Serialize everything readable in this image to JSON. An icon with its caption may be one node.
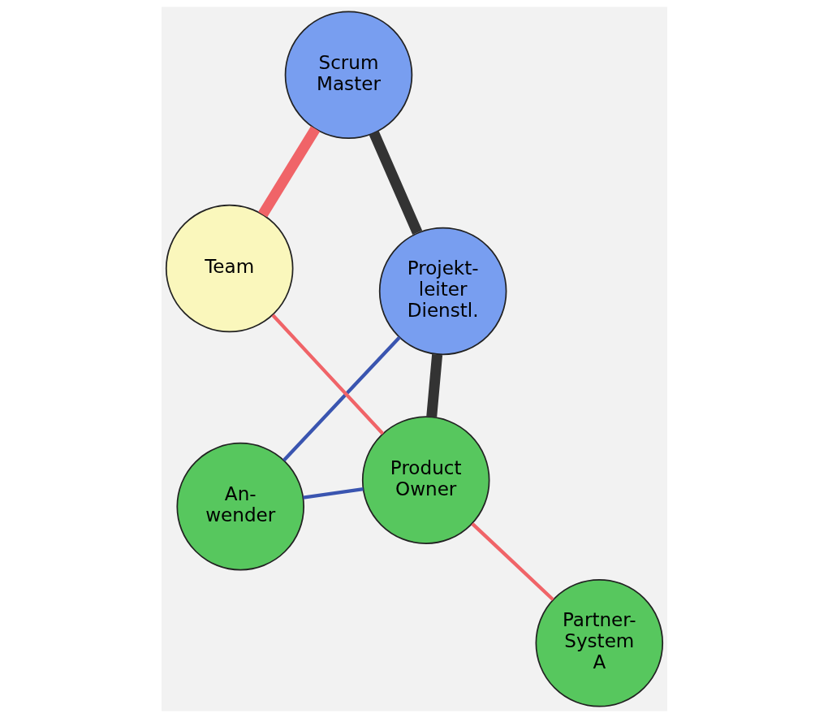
{
  "diagram": {
    "nodes": [
      {
        "text": [
          "An- wender"
        ]
      },
      {
        "text": [
          "Projekt- leiter Dienstl."
        ]
      },
      {
        "text": [
          "Product Owner"
        ]
      },
      {
        "text": [
          "Scrum Master"
        ]
      },
      {
        "text": [
          "Partner- System A"
        ]
      },
      {
        "text": [
          "Team"
        ]
      }
    ],
    "edges": [
      {
        "from": 0,
        "to": 1,
        "arrow": "none",
        "color": "#3a55b0"
      },
      {
        "from": 0,
        "to": 2,
        "arrow": "none",
        "color": "#3a55b0"
      },
      {
        "from": 1,
        "to": 2,
        "arrow": "none",
        "style": "thick",
        "color": "#333333"
      },
      {
        "from": 1,
        "to": 3,
        "arrow": "none",
        "style": "thick",
        "color": "#333333"
      },
      {
        "from": 2,
        "to": 4,
        "arrow": "none"
      },
      {
        "from": 2,
        "to": 5,
        "arrow": "none"
      },
      {
        "from": 3,
        "to": 5,
        "arrow": "none",
        "style": "thick"
      }
    ]
  }
}
